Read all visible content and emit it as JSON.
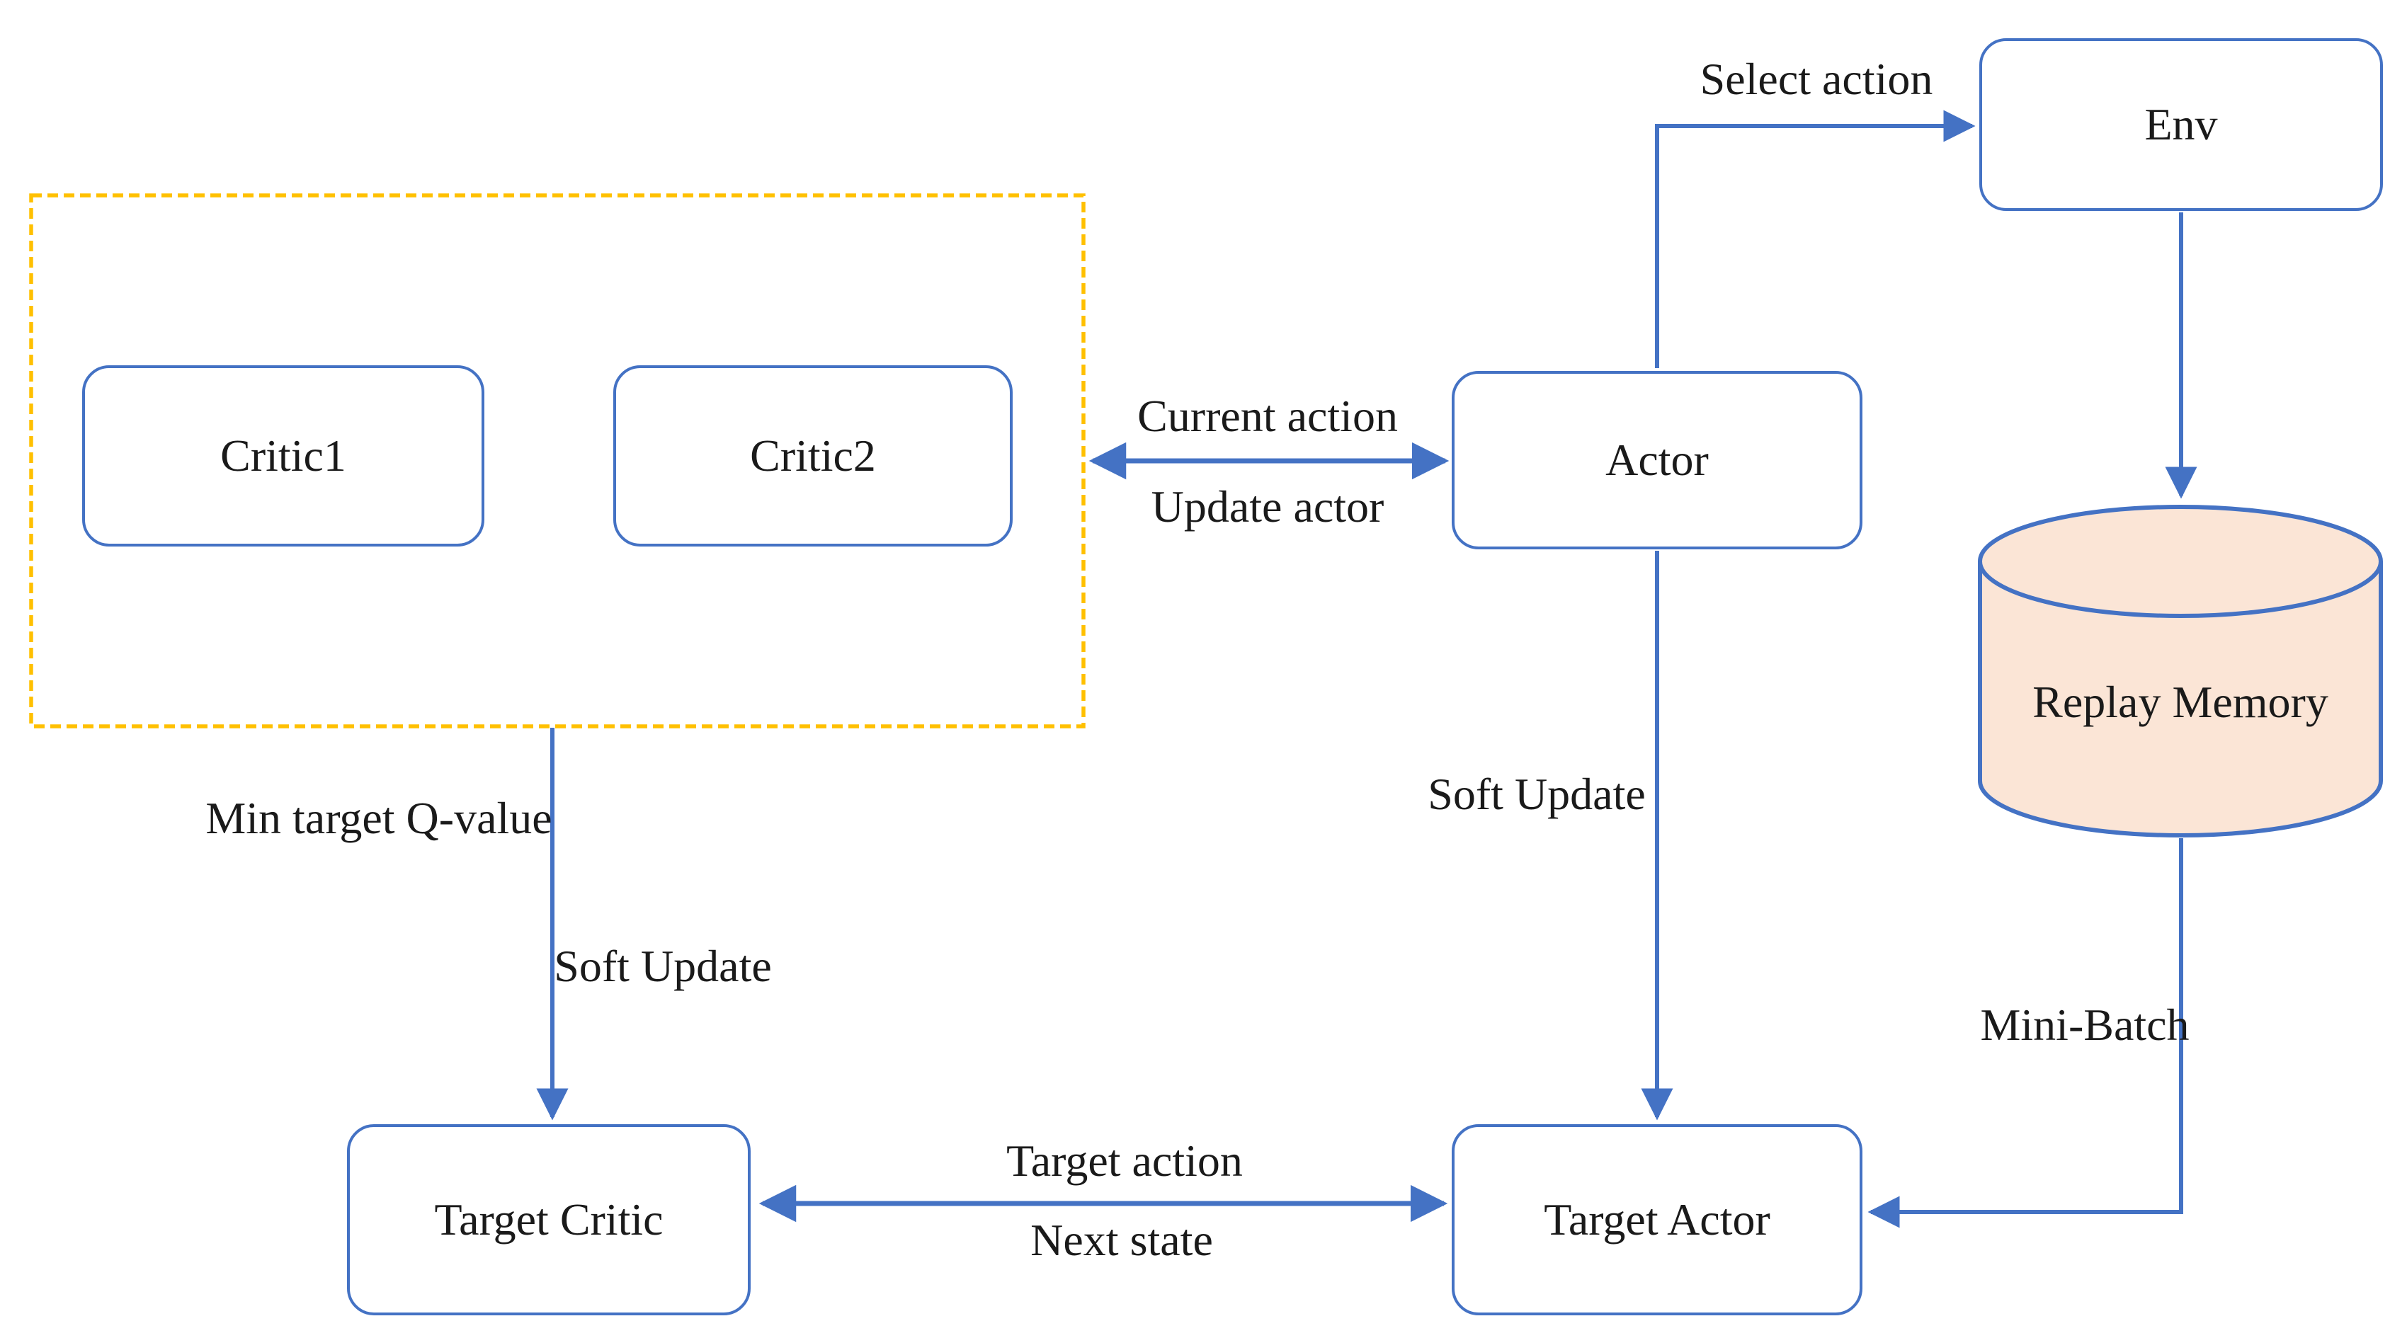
{
  "diagram": {
    "background": "#ffffff",
    "colors": {
      "node_border": "#4472c4",
      "arrow": "#4472c4",
      "group_border": "#ffc000",
      "cylinder_fill": "#fbe5d6",
      "text": "#1a1a1a"
    },
    "nodes": {
      "critic1": {
        "label": "Critic1",
        "shape": "rounded-rect"
      },
      "critic2": {
        "label": "Critic2",
        "shape": "rounded-rect"
      },
      "actor": {
        "label": "Actor",
        "shape": "rounded-rect"
      },
      "env": {
        "label": "Env",
        "shape": "rounded-rect"
      },
      "replay_memory": {
        "label": "Replay Memory",
        "shape": "cylinder"
      },
      "target_critic": {
        "label": "Target Critic",
        "shape": "rounded-rect"
      },
      "target_actor": {
        "label": "Target Actor",
        "shape": "rounded-rect"
      },
      "critics_group": {
        "shape": "dashed-rect",
        "contains": [
          "critic1",
          "critic2"
        ]
      }
    },
    "edges": {
      "select_action": {
        "from": "actor",
        "to": "env",
        "label": "Select action",
        "bidirectional": false
      },
      "critics_actor": {
        "from": "critics_group",
        "to": "actor",
        "label_top": "Current action",
        "label_bottom": "Update actor",
        "bidirectional": true
      },
      "env_replay": {
        "from": "env",
        "to": "replay_memory",
        "bidirectional": false
      },
      "critics_target_critic": {
        "from": "critics_group",
        "to": "target_critic",
        "label_top": "Min target Q-value",
        "label_bottom": "Soft Update",
        "bidirectional": false
      },
      "actor_target_actor": {
        "from": "actor",
        "to": "target_actor",
        "label": "Soft Update",
        "bidirectional": false
      },
      "replay_target_actor": {
        "from": "replay_memory",
        "to": "target_actor",
        "label": "Mini-Batch",
        "bidirectional": false
      },
      "target_critic_target_actor": {
        "from": "target_critic",
        "to": "target_actor",
        "label_top": "Target action",
        "label_bottom": "Next state",
        "bidirectional": true
      }
    }
  }
}
